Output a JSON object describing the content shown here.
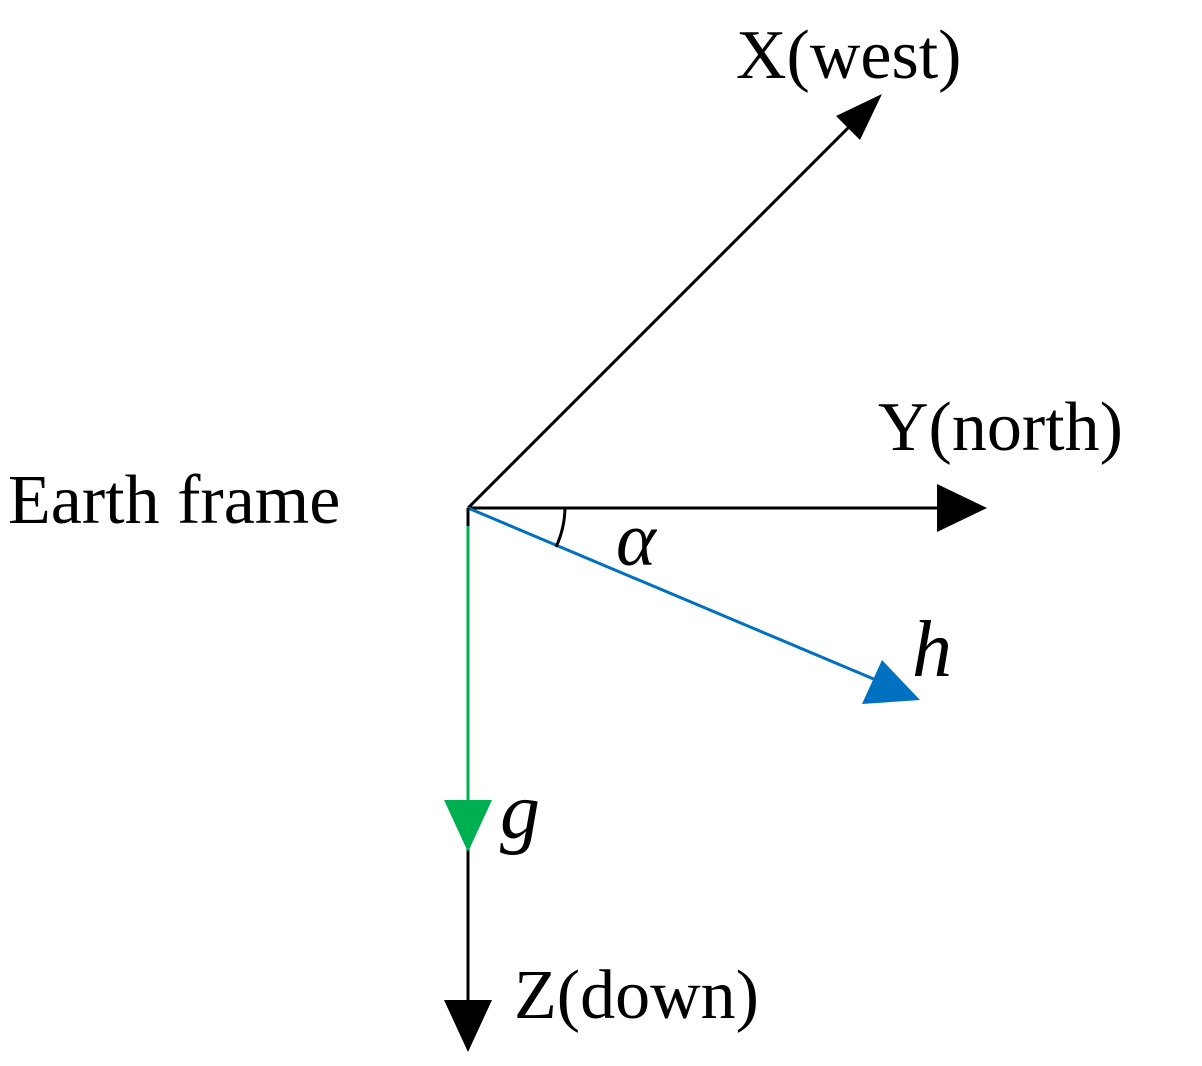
{
  "diagram": {
    "origin_label": "Earth frame",
    "axes": {
      "x": {
        "label": "X(west)"
      },
      "y": {
        "label": "Y(north)"
      },
      "z": {
        "label": "Z(down)"
      }
    },
    "vectors": {
      "h": {
        "label": "h",
        "color": "#0070c0"
      },
      "g": {
        "label": "g",
        "color": "#00b050"
      }
    },
    "angle": {
      "label": "α"
    },
    "axis_color": "#000000"
  }
}
